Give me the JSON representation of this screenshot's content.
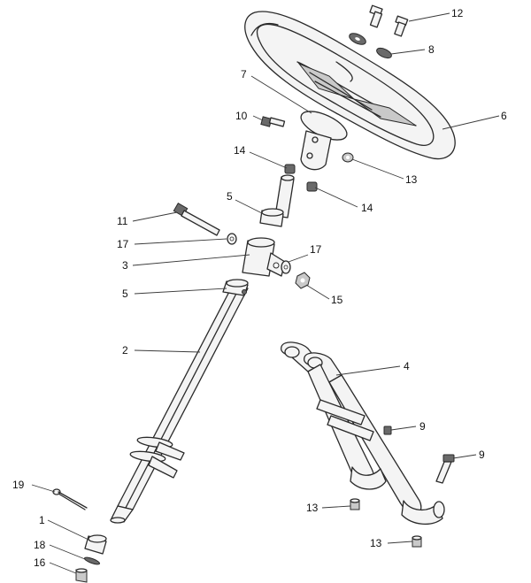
{
  "callouts": [
    {
      "id": "c1",
      "label": "1"
    },
    {
      "id": "c2",
      "label": "2"
    },
    {
      "id": "c3",
      "label": "3"
    },
    {
      "id": "c4",
      "label": "4"
    },
    {
      "id": "c5a",
      "label": "5"
    },
    {
      "id": "c5b",
      "label": "5"
    },
    {
      "id": "c6",
      "label": "6"
    },
    {
      "id": "c7",
      "label": "7"
    },
    {
      "id": "c8",
      "label": "8"
    },
    {
      "id": "c9a",
      "label": "9"
    },
    {
      "id": "c9b",
      "label": "9"
    },
    {
      "id": "c10",
      "label": "10"
    },
    {
      "id": "c11",
      "label": "11"
    },
    {
      "id": "c12",
      "label": "12"
    },
    {
      "id": "c13a",
      "label": "13"
    },
    {
      "id": "c13b",
      "label": "13"
    },
    {
      "id": "c13c",
      "label": "13"
    },
    {
      "id": "c14a",
      "label": "14"
    },
    {
      "id": "c14b",
      "label": "14"
    },
    {
      "id": "c15",
      "label": "15"
    },
    {
      "id": "c16",
      "label": "16"
    },
    {
      "id": "c17a",
      "label": "17"
    },
    {
      "id": "c17b",
      "label": "17"
    },
    {
      "id": "c18",
      "label": "18"
    },
    {
      "id": "c19",
      "label": "19"
    }
  ]
}
